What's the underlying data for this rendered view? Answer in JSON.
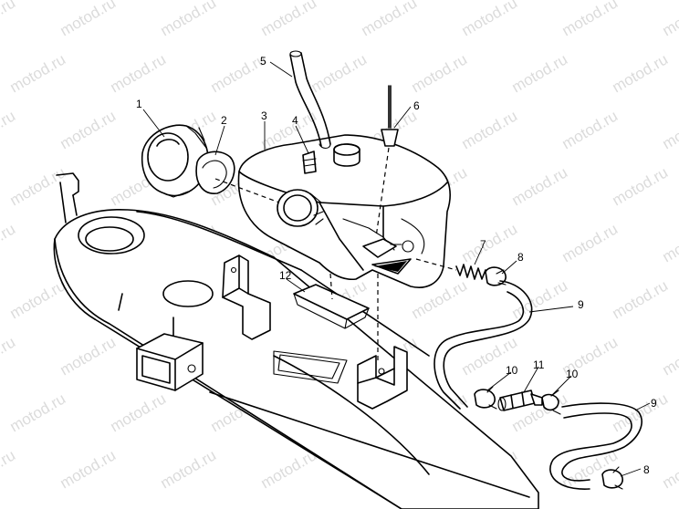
{
  "watermark": {
    "text": "motod.ru"
  },
  "callouts": [
    {
      "id": "1",
      "label": "1"
    },
    {
      "id": "2",
      "label": "2"
    },
    {
      "id": "3",
      "label": "3"
    },
    {
      "id": "4",
      "label": "4"
    },
    {
      "id": "5",
      "label": "5"
    },
    {
      "id": "6",
      "label": "6"
    },
    {
      "id": "7",
      "label": "7"
    },
    {
      "id": "8a",
      "label": "8"
    },
    {
      "id": "8b",
      "label": "8"
    },
    {
      "id": "9a",
      "label": "9"
    },
    {
      "id": "9b",
      "label": "9"
    },
    {
      "id": "10a",
      "label": "10"
    },
    {
      "id": "10b",
      "label": "10"
    },
    {
      "id": "11",
      "label": "11"
    },
    {
      "id": "12",
      "label": "12"
    }
  ]
}
